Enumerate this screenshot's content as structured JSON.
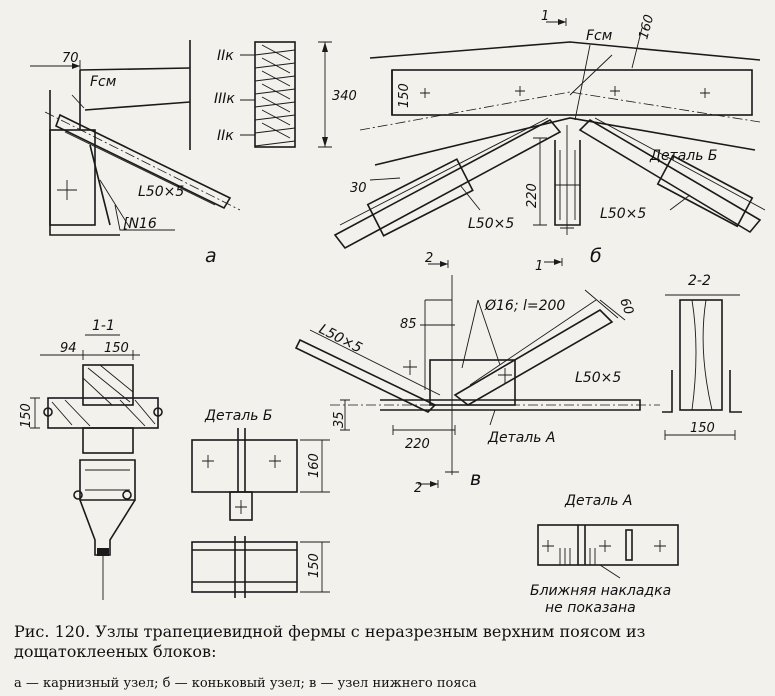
{
  "figure": {
    "caption": "Рис. 120. Узлы трапециевидной фермы с неразрезным верхним поясом из дощатоклееных блоков:",
    "legend": "а — карнизный узел; б — коньковый узел; в — узел нижнего пояса"
  },
  "views": {
    "a": {
      "letter": "а",
      "dim_70": "70",
      "dim_340": "340",
      "force": "Fсм",
      "angle_label": "L50×5",
      "channel_label": "[N16",
      "layer_top": "IIк",
      "layer_mid": "IIIк",
      "layer_bot": "IIк"
    },
    "b": {
      "letter": "б",
      "section_mark": "1",
      "force": "Fсм",
      "dim_160": "160",
      "dim_150": "150",
      "dim_30": "30",
      "dim_220": "220",
      "angle_left": "L50×5",
      "angle_right": "L50×5",
      "detail_label": "Деталь Б"
    },
    "v": {
      "letter": "в",
      "section_mark": "2",
      "bolt_label": "Ø16; l=200",
      "dim_85": "85",
      "dim_60": "60",
      "dim_35": "35",
      "dim_220": "220",
      "angle_left": "L50×5",
      "angle_right": "L50×5",
      "detail_label": "Деталь А"
    },
    "section_1_1": {
      "title": "1-1",
      "dim_94": "94",
      "dim_150_top": "150",
      "dim_150_side": "150"
    },
    "section_2_2": {
      "title": "2-2",
      "dim_150": "150"
    },
    "detail_b": {
      "title": "Деталь Б",
      "dim_160": "160",
      "dim_150": "150"
    },
    "detail_a": {
      "title": "Деталь А",
      "note_line1": "Ближняя накладка",
      "note_line2": "не показана"
    }
  }
}
